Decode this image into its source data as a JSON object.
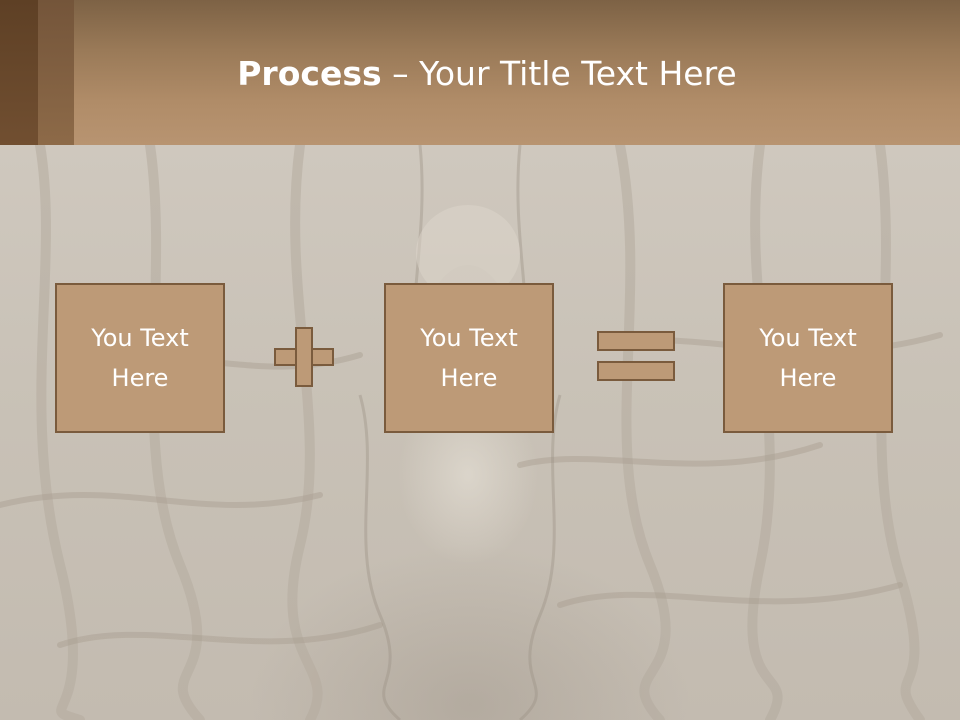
{
  "slide": {
    "title_bold": "Process",
    "title_rest": " – Your Title Text Here"
  },
  "process": {
    "steps": [
      {
        "line1": "You Text",
        "line2": "Here"
      },
      {
        "line1": "You Text",
        "line2": "Here"
      },
      {
        "line1": "You Text",
        "line2": "Here"
      }
    ],
    "operators": [
      "plus-icon",
      "equals-icon"
    ]
  },
  "colors": {
    "header": "#b08c68",
    "box_fill": "#bd9a77",
    "box_border": "#7a5b3d",
    "text": "#ffffff"
  }
}
